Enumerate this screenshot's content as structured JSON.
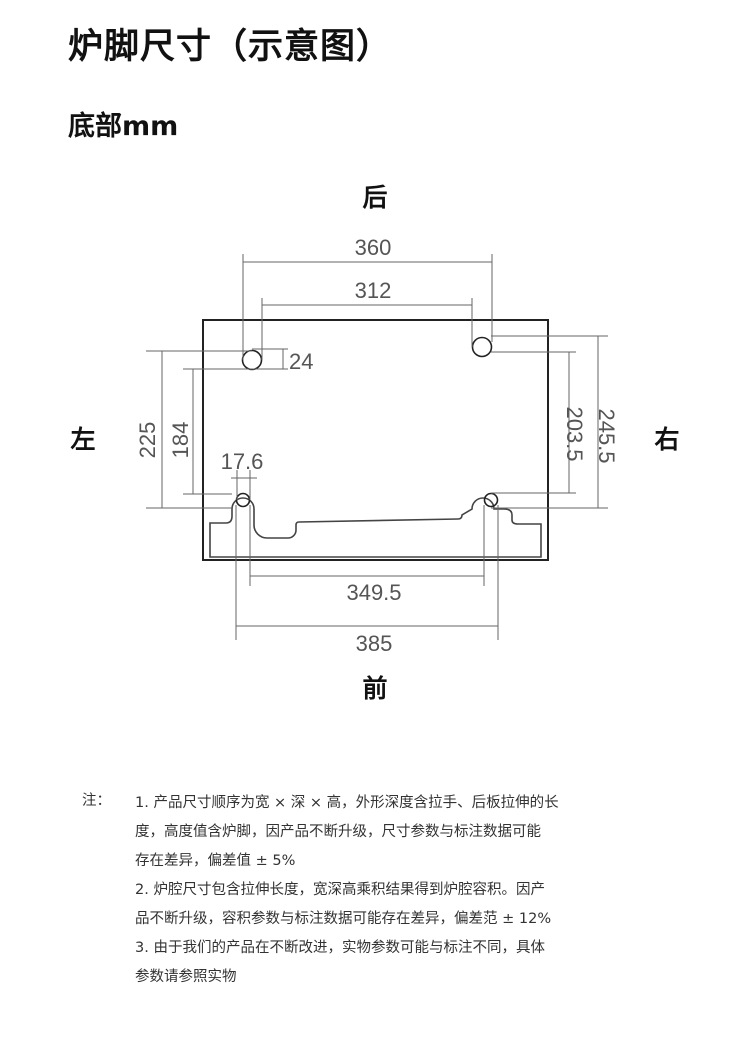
{
  "header": {
    "title": "炉脚尺寸（示意图）",
    "subtitle": "底部mm"
  },
  "diagram": {
    "directions": {
      "back": "后",
      "front": "前",
      "left": "左",
      "right": "右"
    },
    "dimensions": {
      "top_outer": "360",
      "top_inner": "312",
      "hole": "24",
      "left_outer": "225",
      "left_inner": "184",
      "left_small": "17.6",
      "right_inner": "203.5",
      "right_outer": "245.5",
      "bottom_inner": "349.5",
      "bottom_outer": "385"
    }
  },
  "notes": {
    "label": "注：",
    "lines": [
      "1. 产品尺寸顺序为宽 × 深 × 高，外形深度含拉手、后板拉伸的长",
      "度，高度值含炉脚，因产品不断升级，尺寸参数与标注数据可能",
      "存在差异，偏差值 ± 5%",
      "2. 炉腔尺寸包含拉伸长度，宽深高乘积结果得到炉腔容积。因产",
      "品不断升级，容积参数与标注数据可能存在差异，偏差范 ± 12%",
      "3. 由于我们的产品在不断改进，实物参数可能与标注不同，具体",
      "参数请参照实物"
    ]
  }
}
